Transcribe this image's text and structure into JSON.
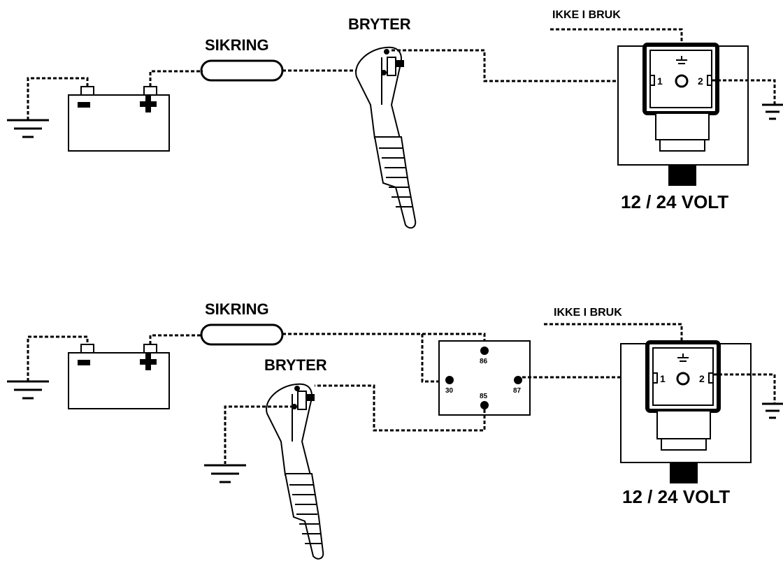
{
  "diagram_top": {
    "fuse_label": "SIKRING",
    "switch_label": "BRYTER",
    "unused_label": "IKKE I BRUK",
    "voltage_label": "12 / 24 VOLT",
    "coil_pin_1": "1",
    "coil_pin_2": "2"
  },
  "diagram_bottom": {
    "fuse_label": "SIKRING",
    "switch_label": "BRYTER",
    "unused_label": "IKKE I BRUK",
    "voltage_label": "12 / 24 VOLT",
    "coil_pin_1": "1",
    "coil_pin_2": "2",
    "relay_pins": {
      "p86": "86",
      "p30": "30",
      "p87": "87",
      "p85": "85"
    }
  }
}
